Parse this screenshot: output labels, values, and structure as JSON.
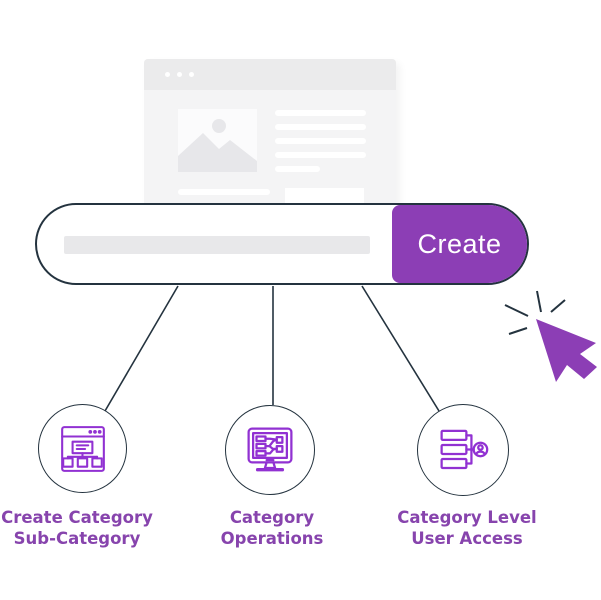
{
  "create_bar": {
    "button_label": "Create",
    "input_value": "",
    "button_color": "#8C3EB5"
  },
  "cursor": {
    "color": "#8C3EB5"
  },
  "features": [
    {
      "icon": "sitemap-window-icon",
      "label_line1": "Create Category",
      "label_line2": "Sub-Category"
    },
    {
      "icon": "monitor-operations-icon",
      "label_line1": "Category",
      "label_line2": "Operations"
    },
    {
      "icon": "category-user-access-icon",
      "label_line1": "Category Level",
      "label_line2": "User Access"
    }
  ],
  "colors": {
    "purple_accent": "#8C3EB5",
    "icon_purple": "#9131D2",
    "label_purple": "#8744AD",
    "line_dark": "#24333F",
    "mockup_gray": "#F4F4F5",
    "mockup_header_gray": "#EBEBEC",
    "input_gray": "#E8E8EA"
  }
}
